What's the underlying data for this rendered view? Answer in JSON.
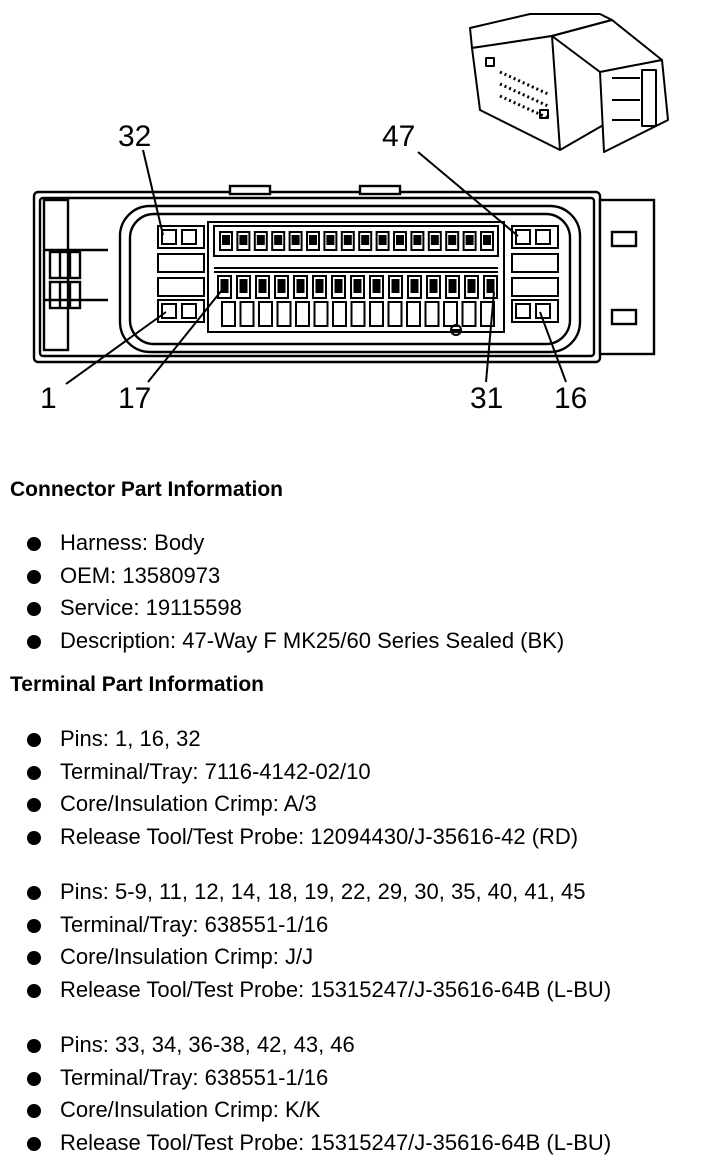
{
  "diagram": {
    "pin_callouts": [
      "32",
      "47",
      "1",
      "17",
      "31",
      "16"
    ]
  },
  "connector_info": {
    "title": "Connector Part Information",
    "items": [
      "Harness: Body",
      "OEM: 13580973",
      "Service: 19115598",
      "Description: 47-Way F MK25/60 Series Sealed (BK)"
    ]
  },
  "terminal_info": {
    "title": "Terminal Part Information",
    "groups": [
      {
        "items": [
          "Pins: 1, 16, 32",
          "Terminal/Tray: 7116-4142-02/10",
          "Core/Insulation Crimp: A/3",
          "Release Tool/Test Probe: 12094430/J-35616-42 (RD)"
        ]
      },
      {
        "items": [
          "Pins: 5-9, 11, 12, 14, 18, 19, 22, 29, 30, 35, 40, 41, 45",
          "Terminal/Tray: 638551-1/16",
          "Core/Insulation Crimp: J/J",
          "Release Tool/Test Probe: 15315247/J-35616-64B (L-BU)"
        ]
      },
      {
        "items": [
          "Pins: 33, 34, 36-38, 42, 43, 46",
          "Terminal/Tray: 638551-1/16",
          "Core/Insulation Crimp: K/K",
          "Release Tool/Test Probe: 15315247/J-35616-64B (L-BU)"
        ]
      }
    ]
  }
}
